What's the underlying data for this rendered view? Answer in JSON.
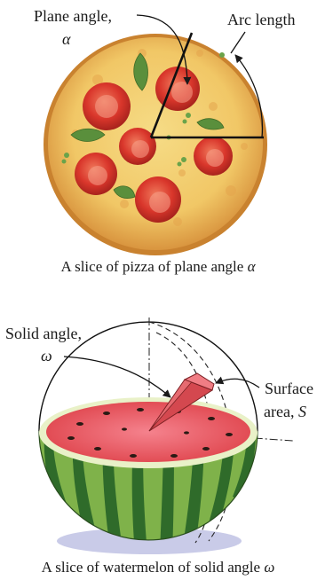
{
  "pizza": {
    "label_plane_angle": "Plane angle,",
    "label_alpha": "α",
    "label_arc_length": "Arc length",
    "caption_prefix": "A slice of pizza of plane angle ",
    "caption_symbol": "α"
  },
  "watermelon": {
    "label_solid_angle": "Solid angle,",
    "label_omega": "ω",
    "label_surface": "Surface",
    "label_area_prefix": "area, ",
    "label_area_symbol": "S",
    "caption_prefix": "A slice of watermelon of solid angle ",
    "caption_symbol": "ω"
  },
  "colors": {
    "crust": "#e9b45a",
    "cheese": "#f3d27a",
    "tomato": "#d9362b",
    "basil": "#5a8f3c",
    "rind_dark": "#2f6b2a",
    "rind_light": "#7fb24a",
    "flesh": "#e8505e",
    "seed": "#2a1a14",
    "shadow": "#c9cbe8"
  }
}
